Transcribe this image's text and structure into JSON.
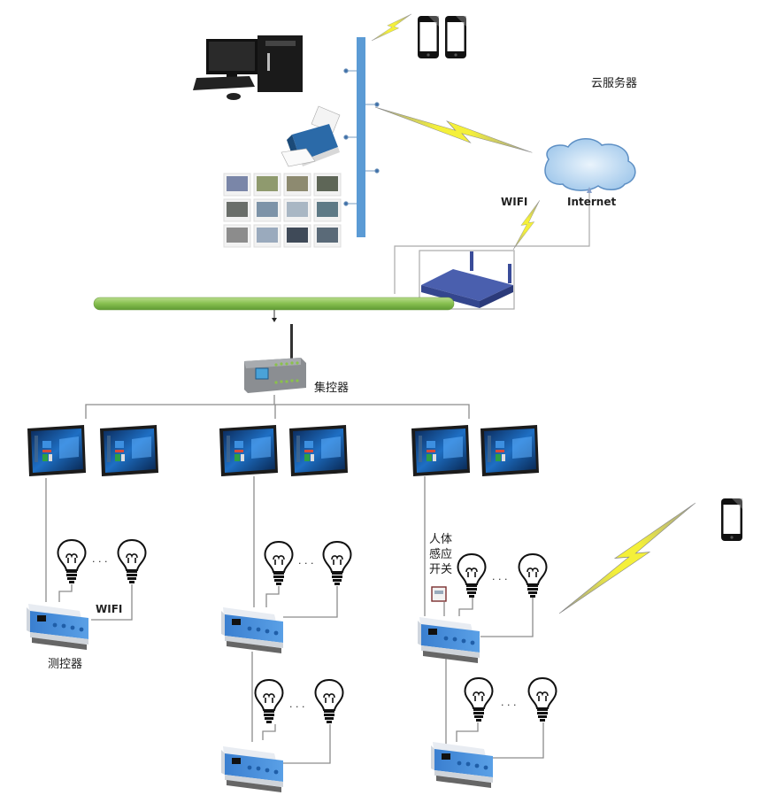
{
  "diagram": {
    "title": "Lighting control network topology",
    "labels": {
      "cloud_server": "云服务器",
      "wifi_top": "WIFI",
      "internet": "Internet",
      "central_controller": "集控器",
      "wifi_bottom": "WIFI",
      "measure_controller": "测控器",
      "motion_sensor_line1": "人体",
      "motion_sensor_line2": "感应",
      "motion_sensor_line3": "开关",
      "ellipsis": "· · ·"
    },
    "nodes": {
      "top": [
        "desktop-computer",
        "printer",
        "camera-image-grid",
        "smartphone",
        "smartphone"
      ],
      "network": [
        "lan-bus",
        "ethernet-backbone",
        "wifi-router",
        "cloud"
      ],
      "controller": "central-controller",
      "panels": [
        "touch-panel",
        "touch-panel",
        "touch-panel",
        "touch-panel",
        "touch-panel",
        "touch-panel"
      ],
      "branches": [
        {
          "name": "branch-1",
          "controllers": 1,
          "bulbs_per_controller": 2,
          "wireless": "WIFI"
        },
        {
          "name": "branch-2",
          "controllers": 2,
          "bulbs_per_controller": 2
        },
        {
          "name": "branch-3",
          "controllers": 2,
          "bulbs_per_controller": 2,
          "sensor": "motion-sensor-switch"
        }
      ],
      "remote": "smartphone"
    },
    "colors": {
      "bus_blue": "#5b9bd5",
      "backbone_green": "#8dc25a",
      "router_blue": "#4a5fae",
      "cloud_blue": "#bcdaf2",
      "lightning_yellow": "#f2ee3a",
      "controller_blue": "#3f86cc",
      "line_gray": "#8c8c8c"
    }
  }
}
